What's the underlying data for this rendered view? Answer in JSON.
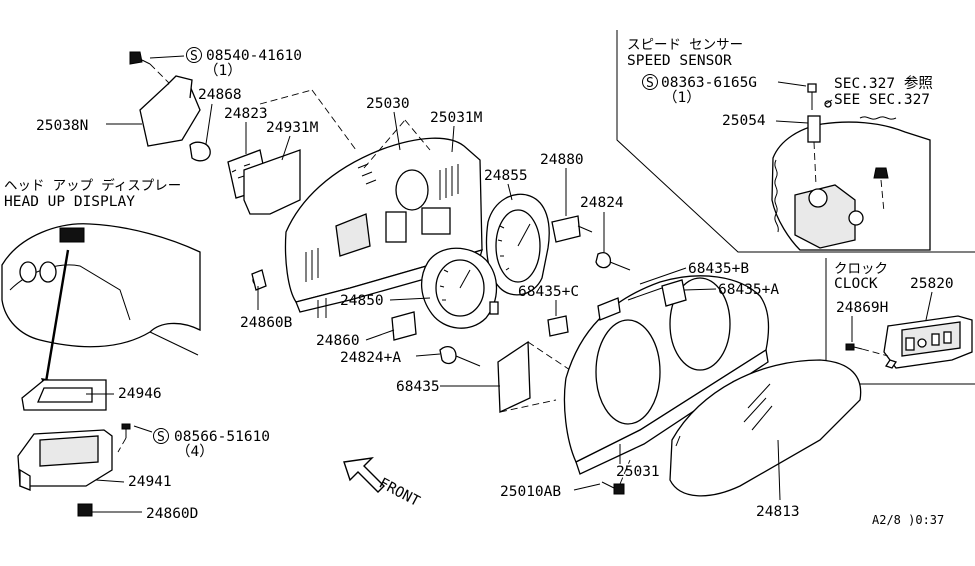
{
  "diagram": {
    "head_up_display": {
      "jp": "ヘッド アップ ディスプレー",
      "en": "HEAD UP DISPLAY"
    },
    "speed_sensor": {
      "jp": "スピード センサー",
      "en": "SPEED SENSOR",
      "bolt_part": "08363-6165G",
      "bolt_qty": "（1）",
      "see_jp": "SEC.327 参照",
      "see_en": "SEE SEC.327",
      "sensor_part": "25054"
    },
    "clock": {
      "jp": "クロック",
      "en": "CLOCK",
      "clock_part": "25820",
      "screw_part": "24869H"
    },
    "screws": [
      {
        "symbol": "S",
        "part": "08540-41610",
        "qty": "（1）"
      },
      {
        "symbol": "S",
        "part": "08566-51610",
        "qty": "（4）"
      }
    ],
    "parts": {
      "p25038N": "25038N",
      "p24868": "24868",
      "p24823": "24823",
      "p24931M": "24931M",
      "p25030": "25030",
      "p25031M": "25031M",
      "p24855": "24855",
      "p24880": "24880",
      "p24824": "24824",
      "p68435B": "68435+B",
      "p68435C": "68435+C",
      "p68435A": "68435+A",
      "p24860B": "24860B",
      "p24850": "24850",
      "p24860": "24860",
      "p24824A": "24824+A",
      "p68435": "68435",
      "p24946": "24946",
      "p24941": "24941",
      "p24860D": "24860D",
      "p25031": "25031",
      "p25010AB": "25010AB",
      "p24813": "24813"
    },
    "front_label": "FRONT",
    "footer_code": "A2/8 )0:37"
  }
}
